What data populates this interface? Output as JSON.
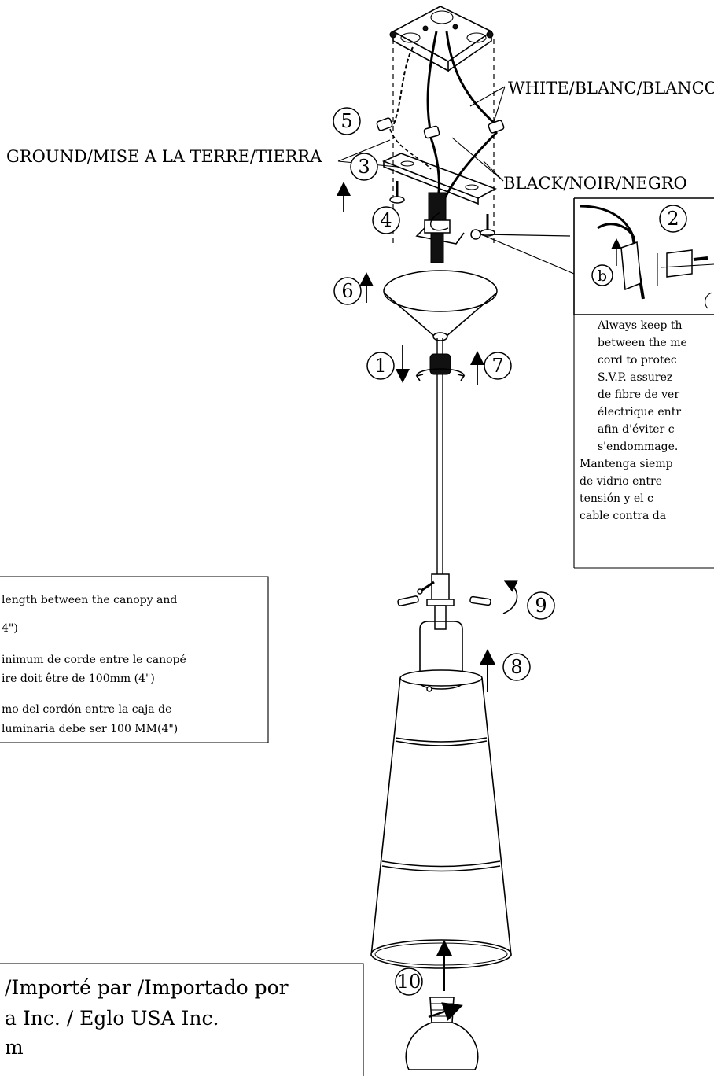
{
  "labels": {
    "white": "WHITE/BLANC/BLANCO",
    "ground": "GROUND/MISE A LA TERRE/TIERRA",
    "black": "BLACK/NOIR/NEGRO"
  },
  "steps": [
    "1",
    "2",
    "3",
    "4",
    "5",
    "6",
    "7",
    "8",
    "9",
    "10"
  ],
  "inset_letter_b": "b",
  "sleeve_note": [
    "Always keep th",
    "between the me",
    "cord to protec",
    "S.V.P. assurez",
    "de fibre de ver",
    "électrique entr",
    "afin d'éviter c",
    "s'endommage.",
    "Mantenga siemp",
    "de vidrio entre",
    "tensión  y el c",
    "cable contra da"
  ],
  "cord_note": [
    "length between the canopy and",
    "4\")",
    "inimum de corde entre le canopé",
    "ire doit être de 100mm (4\")",
    "mo del cordón entre la caja de",
    "luminaria debe ser 100 MM(4\")"
  ],
  "importer": [
    "/Importé par /Importado por",
    "a Inc. / Eglo USA Inc.",
    "m"
  ]
}
